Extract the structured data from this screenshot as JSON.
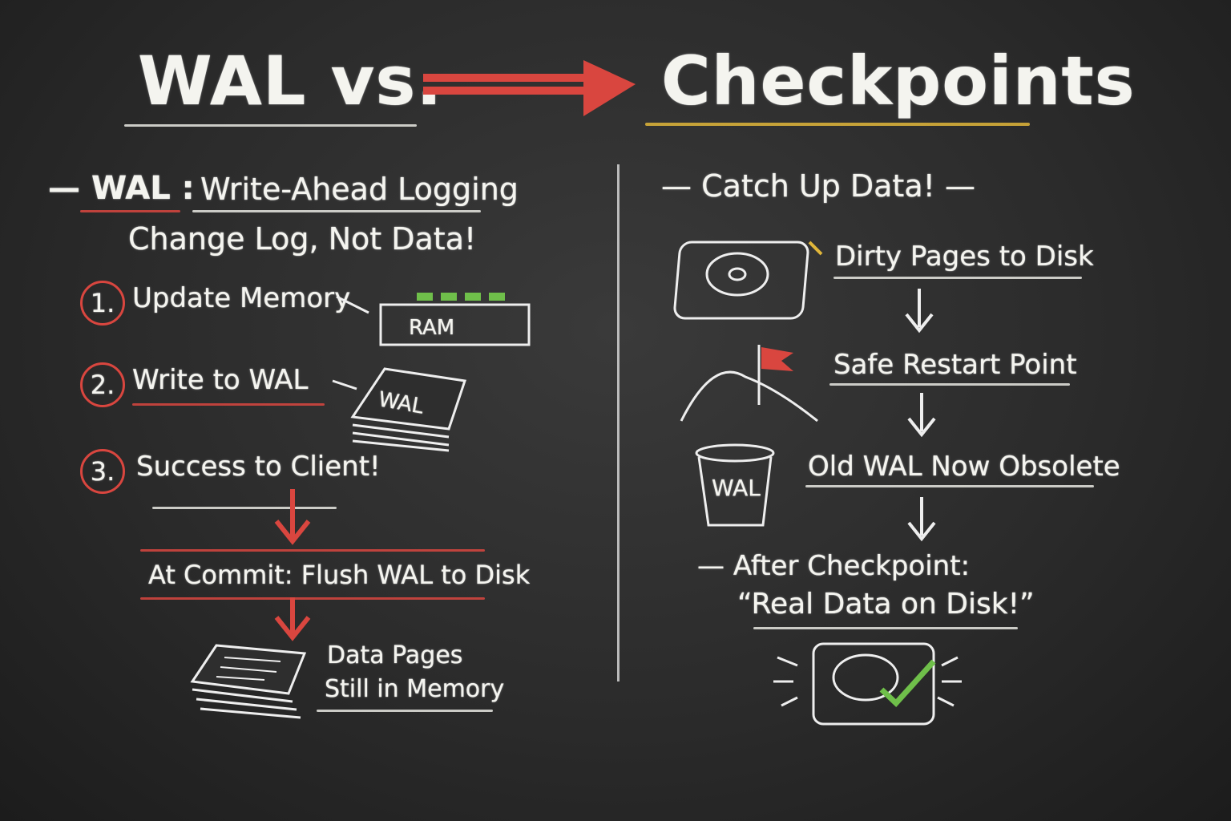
{
  "title": {
    "left": "WAL vs.",
    "right": "Checkpoints"
  },
  "wal": {
    "heading_abbr": "WAL",
    "heading_full": "Write-Ahead Logging",
    "subheading": "Change Log, Not Data!",
    "steps": [
      {
        "number": "1.",
        "label": "Update Memory",
        "icon_label": "RAM"
      },
      {
        "number": "2.",
        "label": "Write to WAL",
        "icon_label": "WAL"
      },
      {
        "number": "3.",
        "label": "Success to Client!"
      }
    ],
    "commit": "At Commit: Flush WAL to Disk",
    "result_line1": "Data Pages",
    "result_line2": "Still in Memory"
  },
  "checkpoints": {
    "heading": "Catch Up Data!",
    "steps": [
      {
        "label": "Dirty Pages to Disk"
      },
      {
        "label": "Safe Restart Point"
      },
      {
        "label": "Old WAL Now Obsolete",
        "icon_label": "WAL"
      }
    ],
    "after_line1": "After Checkpoint:",
    "after_line2": "“Real Data on Disk!”"
  },
  "colors": {
    "accent_red": "#d9463f",
    "accent_yellow": "#e0b63a",
    "accent_green": "#6fbf4a",
    "board": "#2a2a2a"
  }
}
